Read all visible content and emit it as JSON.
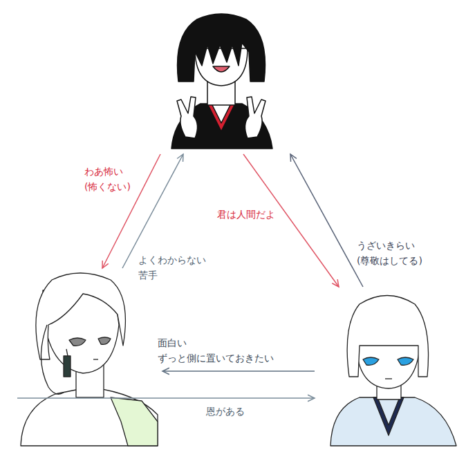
{
  "diagram": {
    "nodes": [
      {
        "text": []
      },
      {
        "text": []
      },
      {
        "text": []
      }
    ],
    "edges": [
      {
        "from": 0,
        "to": 1,
        "arrow": "to",
        "label": "わあ怖い (怖くない)"
      },
      {
        "from": 1,
        "to": 0,
        "arrow": "to",
        "label": "よくわからない 苦手"
      },
      {
        "from": 0,
        "to": 2,
        "arrow": "to",
        "label": "君は人間だよ"
      },
      {
        "from": 2,
        "to": 0,
        "arrow": "to",
        "label": "うざいきらい (尊敬はしてる)"
      },
      {
        "from": 2,
        "to": 1,
        "arrow": "to",
        "label": "面白い ずっと側に置いておきたい"
      },
      {
        "from": 1,
        "to": 2,
        "arrow": "to",
        "label": "恩がある"
      }
    ]
  }
}
